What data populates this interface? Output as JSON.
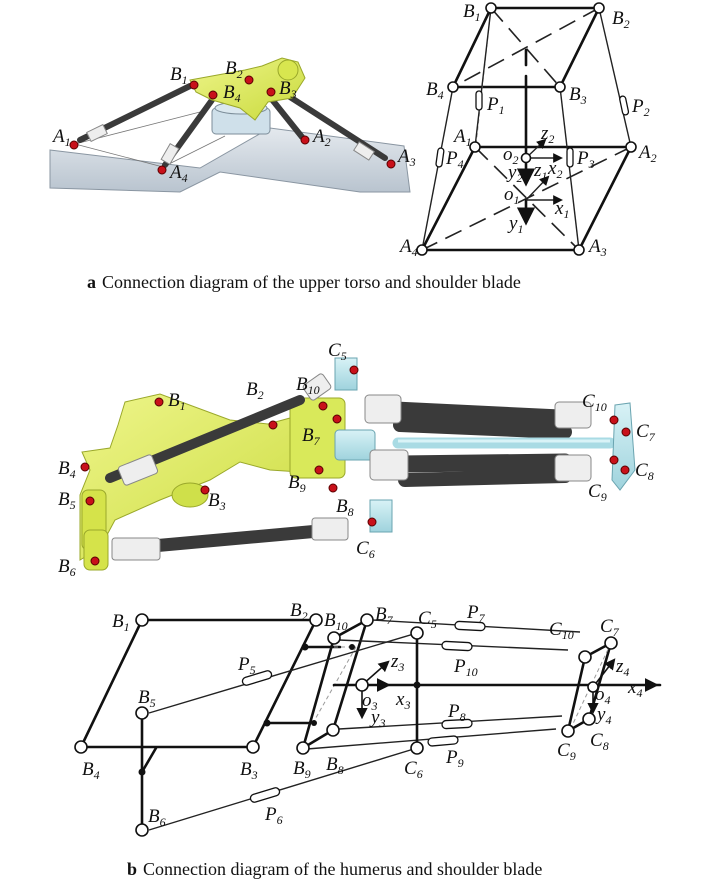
{
  "figure": {
    "panel_a": {
      "caption_letter": "a",
      "caption_text": "Connection diagram of the upper torso and shoulder blade",
      "render_labels": {
        "B1": {
          "main": "B",
          "sub": "1"
        },
        "B2": {
          "main": "B",
          "sub": "2"
        },
        "B3": {
          "main": "B",
          "sub": "3"
        },
        "B4": {
          "main": "B",
          "sub": "4"
        },
        "A1": {
          "main": "A",
          "sub": "1"
        },
        "A2": {
          "main": "A",
          "sub": "2"
        },
        "A3": {
          "main": "A",
          "sub": "3"
        },
        "A4": {
          "main": "A",
          "sub": "4"
        }
      },
      "schematic_labels": {
        "B1": {
          "main": "B",
          "sub": "1"
        },
        "B2": {
          "main": "B",
          "sub": "2"
        },
        "B3": {
          "main": "B",
          "sub": "3"
        },
        "B4": {
          "main": "B",
          "sub": "4"
        },
        "A1": {
          "main": "A",
          "sub": "1"
        },
        "A2": {
          "main": "A",
          "sub": "2"
        },
        "A3": {
          "main": "A",
          "sub": "3"
        },
        "A4": {
          "main": "A",
          "sub": "4"
        },
        "P1": {
          "main": "P",
          "sub": "1"
        },
        "P2": {
          "main": "P",
          "sub": "2"
        },
        "P3": {
          "main": "P",
          "sub": "3"
        },
        "P4": {
          "main": "P",
          "sub": "4"
        },
        "o1": {
          "main": "o",
          "sub": "1"
        },
        "o2": {
          "main": "o",
          "sub": "2"
        },
        "x1": {
          "main": "x",
          "sub": "1"
        },
        "x2": {
          "main": "x",
          "sub": "2"
        },
        "y1": {
          "main": "y",
          "sub": "1"
        },
        "y2": {
          "main": "y",
          "sub": "2"
        },
        "z1": {
          "main": "z",
          "sub": "1"
        },
        "z2": {
          "main": "z",
          "sub": "2"
        }
      }
    },
    "panel_b": {
      "caption_letter": "b",
      "caption_text": "Connection diagram of the humerus and shoulder blade",
      "render_labels": {
        "B1": {
          "main": "B",
          "sub": "1"
        },
        "B2": {
          "main": "B",
          "sub": "2"
        },
        "B3": {
          "main": "B",
          "sub": "3"
        },
        "B4": {
          "main": "B",
          "sub": "4"
        },
        "B5": {
          "main": "B",
          "sub": "5"
        },
        "B6": {
          "main": "B",
          "sub": "6"
        },
        "B7": {
          "main": "B",
          "sub": "7"
        },
        "B8": {
          "main": "B",
          "sub": "8"
        },
        "B9": {
          "main": "B",
          "sub": "9"
        },
        "B10": {
          "main": "B",
          "sub": "10"
        },
        "C5": {
          "main": "C",
          "sub": "5"
        },
        "C6": {
          "main": "C",
          "sub": "6"
        },
        "C7": {
          "main": "C",
          "sub": "7"
        },
        "C8": {
          "main": "C",
          "sub": "8"
        },
        "C9": {
          "main": "C",
          "sub": "9"
        },
        "C10": {
          "main": "C",
          "sub": "10"
        }
      },
      "schematic_labels": {
        "B1": {
          "main": "B",
          "sub": "1"
        },
        "B2": {
          "main": "B",
          "sub": "2"
        },
        "B3": {
          "main": "B",
          "sub": "3"
        },
        "B4": {
          "main": "B",
          "sub": "4"
        },
        "B5": {
          "main": "B",
          "sub": "5"
        },
        "B6": {
          "main": "B",
          "sub": "6"
        },
        "B7": {
          "main": "B",
          "sub": "7"
        },
        "B8": {
          "main": "B",
          "sub": "8"
        },
        "B9": {
          "main": "B",
          "sub": "9"
        },
        "B10": {
          "main": "B",
          "sub": "10"
        },
        "C5": {
          "main": "C",
          "sub": "5"
        },
        "C6": {
          "main": "C",
          "sub": "6"
        },
        "C7": {
          "main": "C",
          "sub": "7"
        },
        "C8": {
          "main": "C",
          "sub": "8"
        },
        "C9": {
          "main": "C",
          "sub": "9"
        },
        "C10": {
          "main": "C",
          "sub": "10"
        },
        "P5": {
          "main": "P",
          "sub": "5"
        },
        "P6": {
          "main": "P",
          "sub": "6"
        },
        "P7": {
          "main": "P",
          "sub": "7"
        },
        "P8": {
          "main": "P",
          "sub": "8"
        },
        "P9": {
          "main": "P",
          "sub": "9"
        },
        "P10": {
          "main": "P",
          "sub": "10"
        },
        "o3": {
          "main": "o",
          "sub": "3"
        },
        "o4": {
          "main": "o",
          "sub": "4"
        },
        "x3": {
          "main": "x",
          "sub": "3"
        },
        "x4": {
          "main": "x",
          "sub": "4"
        },
        "y3": {
          "main": "y",
          "sub": "3"
        },
        "y4": {
          "main": "y",
          "sub": "4"
        },
        "z3": {
          "main": "z",
          "sub": "3"
        },
        "z4": {
          "main": "z",
          "sub": "4"
        }
      }
    },
    "colors": {
      "joint_marker": "#c8101a",
      "scapula_part": "#dfee6a",
      "rod": "#3a3a3a",
      "connector": "#b8e2ea",
      "frame": "#c9d3dc"
    }
  }
}
